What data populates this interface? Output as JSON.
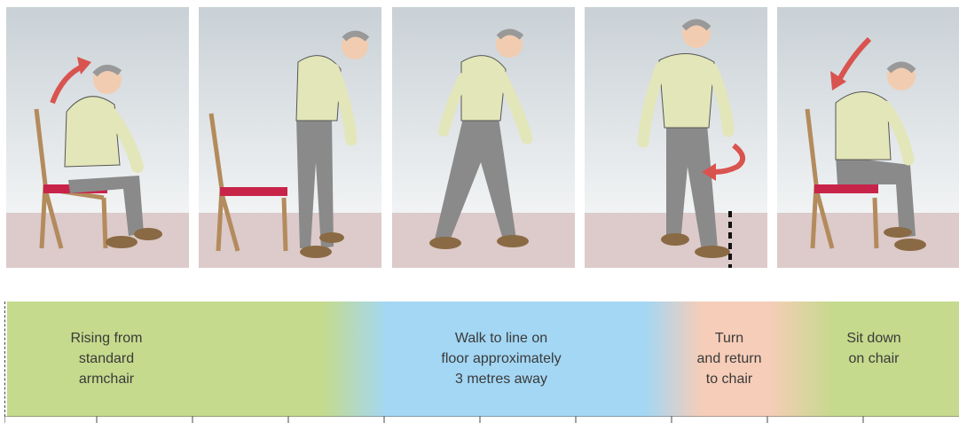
{
  "phases": [
    {
      "id": "rise",
      "label": "Rising from\nstandard\narmchair"
    },
    {
      "id": "walk",
      "label": "Walk to line on\nfloor approximately\n3 metres away"
    },
    {
      "id": "turn",
      "label": "Turn\nand return\nto chair"
    },
    {
      "id": "sit",
      "label": "Sit down\non chair"
    }
  ],
  "colors": {
    "rise": "#c5da8c",
    "walk": "#a3d7f4",
    "turn": "#f6cdb8",
    "sit": "#c5da8c",
    "sky_top": "#c9d1d6",
    "sky_bottom": "#f1f3f4",
    "floor": "#ddcaca",
    "arrow": "#d9534f",
    "seat": "#c8244a",
    "shirt": "#e3e6b8",
    "trousers": "#8a8a8a",
    "shoe": "#8a6a44",
    "chair": "#b38b5c"
  },
  "icons": [
    "rise-arrow-icon",
    "turn-arrow-icon",
    "sit-arrow-icon",
    "line-marker-icon"
  ]
}
